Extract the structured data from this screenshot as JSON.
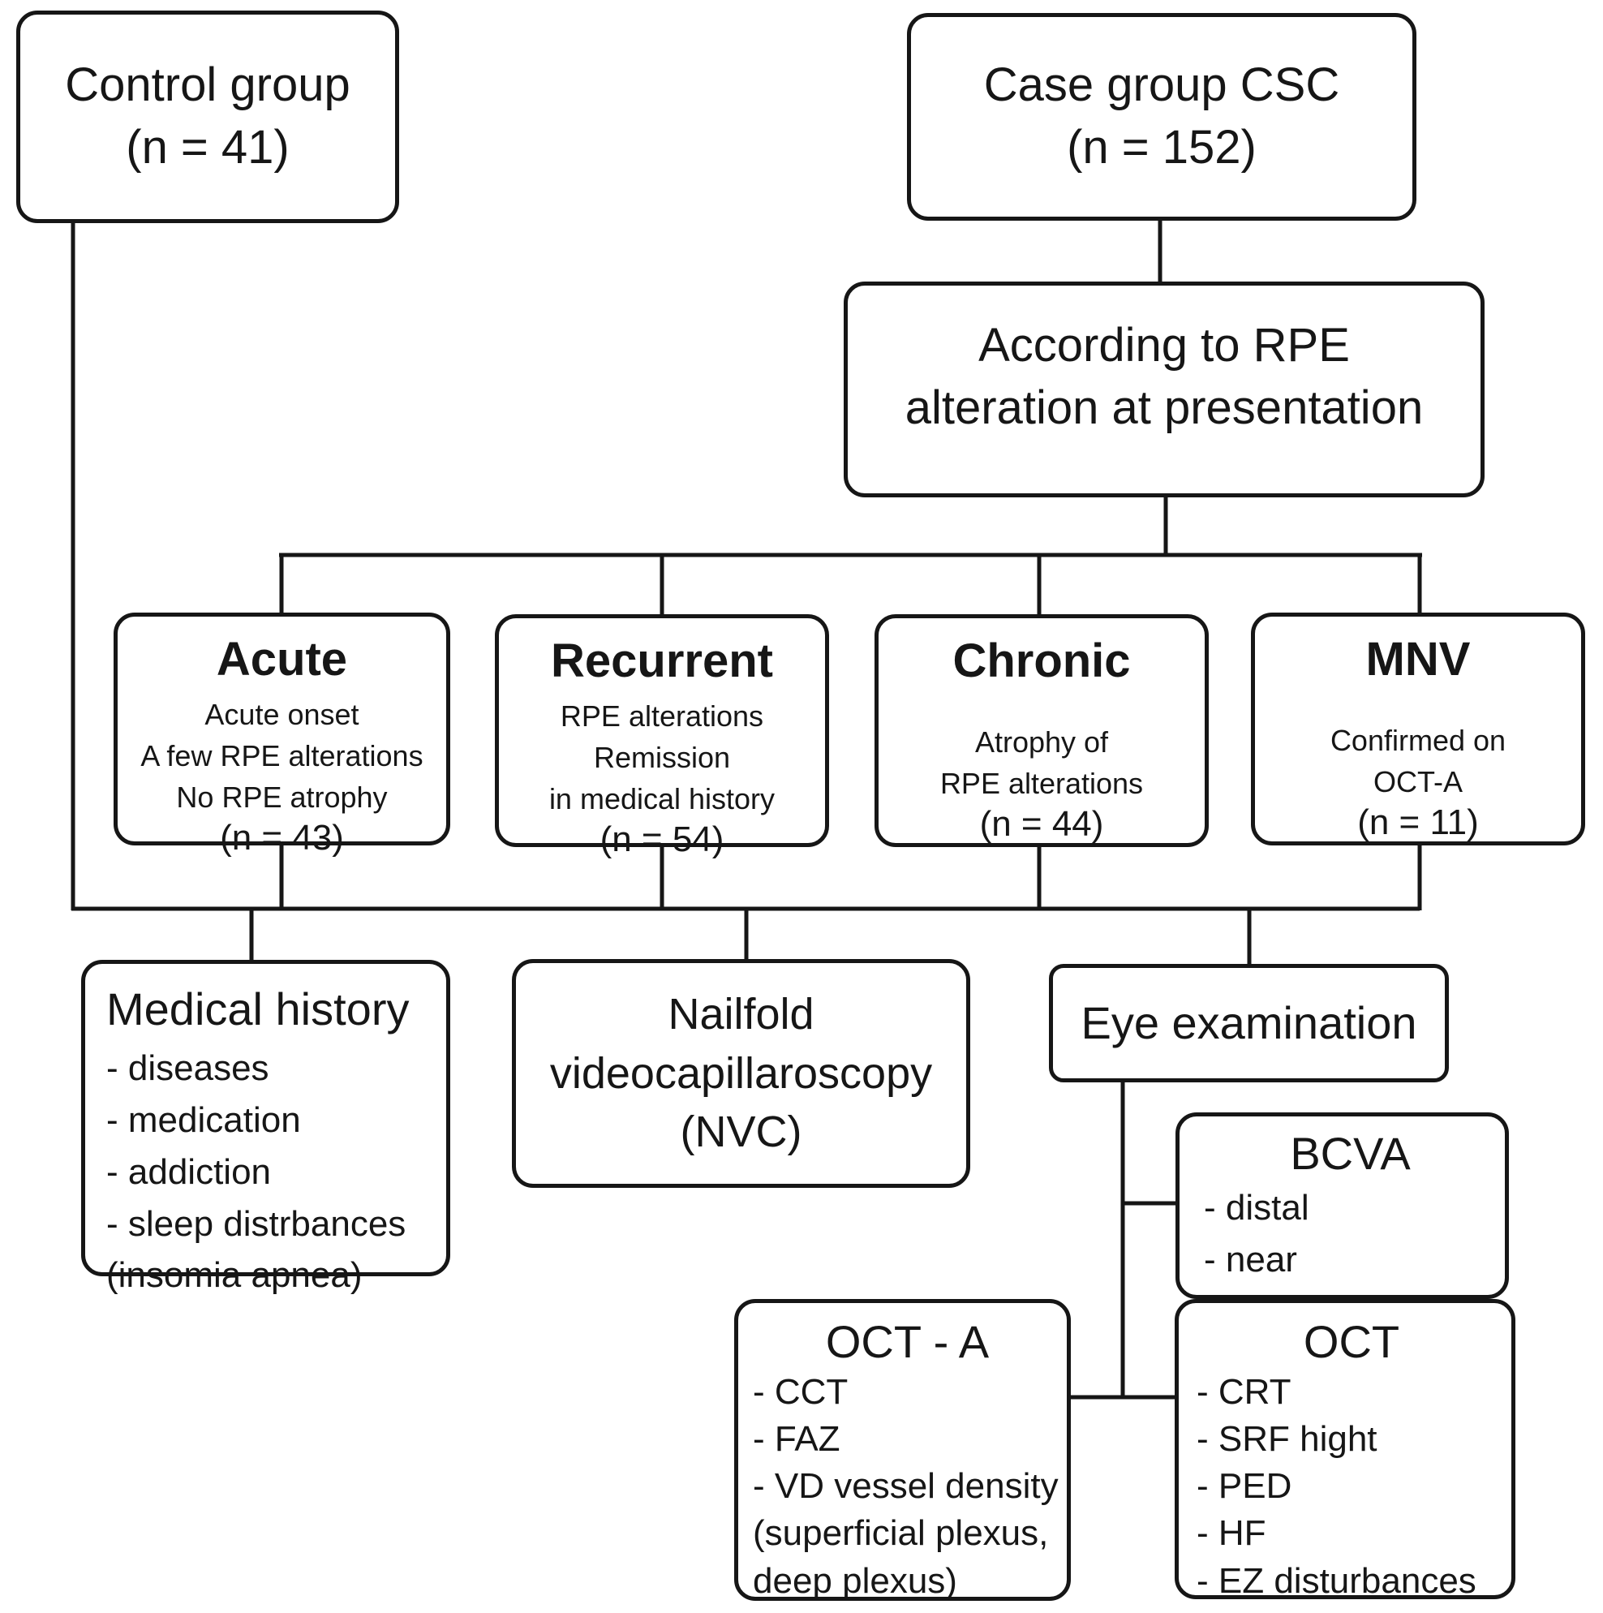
{
  "diagram": {
    "background_color": "#ffffff",
    "stroke_color": "#161616",
    "boxes": {
      "control": {
        "lines": [
          "Control group",
          "(n = 41)"
        ]
      },
      "case": {
        "lines": [
          "Case group CSC",
          "(n = 152)"
        ]
      },
      "according": {
        "lines": [
          "According to RPE",
          "alteration at presentation"
        ]
      },
      "acute": {
        "title": "Acute",
        "details": [
          "Acute onset",
          "A few RPE alterations",
          "No RPE atrophy"
        ],
        "count": "(n = 43)"
      },
      "recurrent": {
        "title": "Recurrent",
        "details": [
          "RPE alterations",
          "Remission",
          "in medical history"
        ],
        "count": "(n = 54)"
      },
      "chronic": {
        "title": "Chronic",
        "details": [
          "Atrophy of",
          "RPE alterations"
        ],
        "count": "(n = 44)"
      },
      "mnv": {
        "title": "MNV",
        "details": [
          "Confirmed on",
          "OCT-A"
        ],
        "count": "(n = 11)"
      },
      "medical_history": {
        "title": "Medical history",
        "items": [
          "- diseases",
          "- medication",
          "- addiction",
          "- sleep distrbances",
          "(insomia apnea)"
        ]
      },
      "nailfold": {
        "lines": [
          "Nailfold",
          "videocapillaroscopy",
          "(NVC)"
        ]
      },
      "eye_exam": {
        "label": "Eye examination"
      },
      "bcva": {
        "title": "BCVA",
        "items": [
          "- distal",
          "- near"
        ]
      },
      "oct_a": {
        "title": "OCT - A",
        "items": [
          "- CCT",
          "- FAZ",
          "- VD vessel density",
          "(superficial plexus,",
          "deep plexus)"
        ]
      },
      "oct": {
        "title": "OCT",
        "items": [
          "- CRT",
          "- SRF hight",
          "- PED",
          "- HF",
          "- EZ disturbances"
        ]
      }
    }
  }
}
